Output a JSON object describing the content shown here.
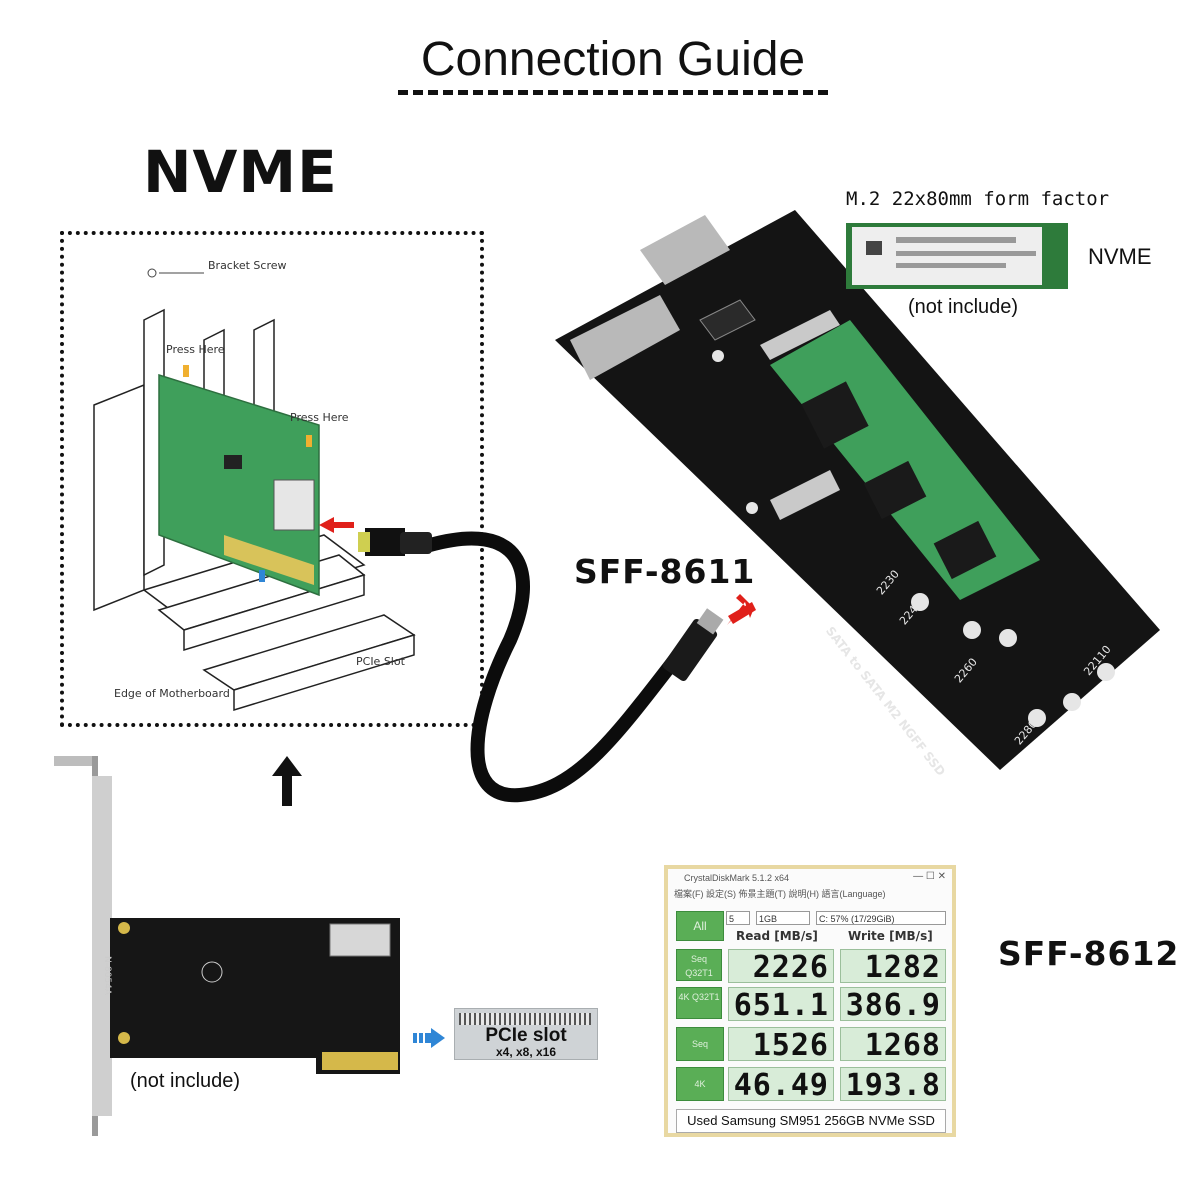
{
  "header": {
    "title": "Connection Guide"
  },
  "left_diagram": {
    "heading": "NVME",
    "labels": {
      "bracket_screw": "Bracket Screw",
      "press_here_1": "Press Here",
      "press_here_2": "Press Here",
      "pcie_slot": "PCIe Slot",
      "edge": "Edge of Motherboard"
    }
  },
  "connectors": {
    "top": "SFF-8611",
    "bottom": "SFF-8612"
  },
  "ssd": {
    "form_factor": "M.2 22x80mm form factor",
    "type": "NVME",
    "note": "(not include)"
  },
  "board": {
    "silkscreen": "SATA to SATA M2 NGFF SSD",
    "sizes": [
      "2230",
      "2242",
      "2260",
      "2280",
      "22110"
    ]
  },
  "card": {
    "note": "(not include)",
    "model": "N-8054A"
  },
  "pcie_slot": {
    "title": "PCIe slot",
    "sub": "x4, x8, x16"
  },
  "benchmark": {
    "app_title": "CrystalDiskMark 5.1.2 x64",
    "menu": "檔案(F)  設定(S)  佈景主題(T)  說明(H)  語言(Language)",
    "runs": "5",
    "size": "1GB",
    "drive": "C: 57% (17/29GiB)",
    "all_button": "All",
    "read_header": "Read [MB/s]",
    "write_header": "Write [MB/s]",
    "rows": [
      {
        "label": "Seq Q32T1",
        "read": "2226",
        "write": "1282"
      },
      {
        "label": "4K Q32T1",
        "read": "651.1",
        "write": "386.9"
      },
      {
        "label": "Seq",
        "read": "1526",
        "write": "1268"
      },
      {
        "label": "4K",
        "read": "46.49",
        "write": "193.8"
      }
    ],
    "footer": "Used Samsung SM951 256GB NVMe SSD"
  },
  "colors": {
    "accent_red": "#e0201a",
    "pcb_green": "#3f9f5b",
    "board_black": "#141414",
    "arrow_blue": "#2f86d6"
  }
}
